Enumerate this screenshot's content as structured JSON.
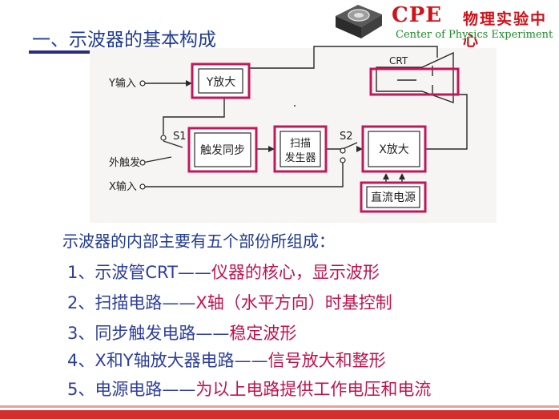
{
  "title": "一、示波器的基本构成",
  "logo": {
    "brand": "CPE",
    "name_cn": "物理实验中心",
    "name_en": "Center of Physics Experiment"
  },
  "diagram": {
    "inputs": {
      "y": "Y输入",
      "ext_trigger": "外触发",
      "x": "X输入"
    },
    "switches": {
      "s1": "S1",
      "s2": "S2"
    },
    "blocks": {
      "y_amp": "Y放大",
      "trigger_sync": "触发同步",
      "sweep_gen_line1": "扫描",
      "sweep_gen_line2": "发生器",
      "x_amp": "X放大",
      "dc_power": "直流电源"
    },
    "crt_label": "CRT"
  },
  "intro": "示波器的内部主要有五个部份所组成：",
  "items": [
    {
      "term": "1、示波管CRT——",
      "desc": "仪器的核心，显示波形"
    },
    {
      "term": "2、扫描电路——",
      "desc": "X轴（水平方向）时基控制"
    },
    {
      "term": "3、同步触发电路——",
      "desc": "稳定波形"
    },
    {
      "term": "4、X和Y轴放大器电路——",
      "desc": "信号放大和整形"
    },
    {
      "term": "5、电源电路——",
      "desc": "为以上电路提供工作电压和电流"
    }
  ],
  "colors": {
    "title_blue": "#1f3a93",
    "highlight": "#c2185b",
    "brand_red": "#d0121b",
    "brand_green": "#1e8a2a"
  }
}
